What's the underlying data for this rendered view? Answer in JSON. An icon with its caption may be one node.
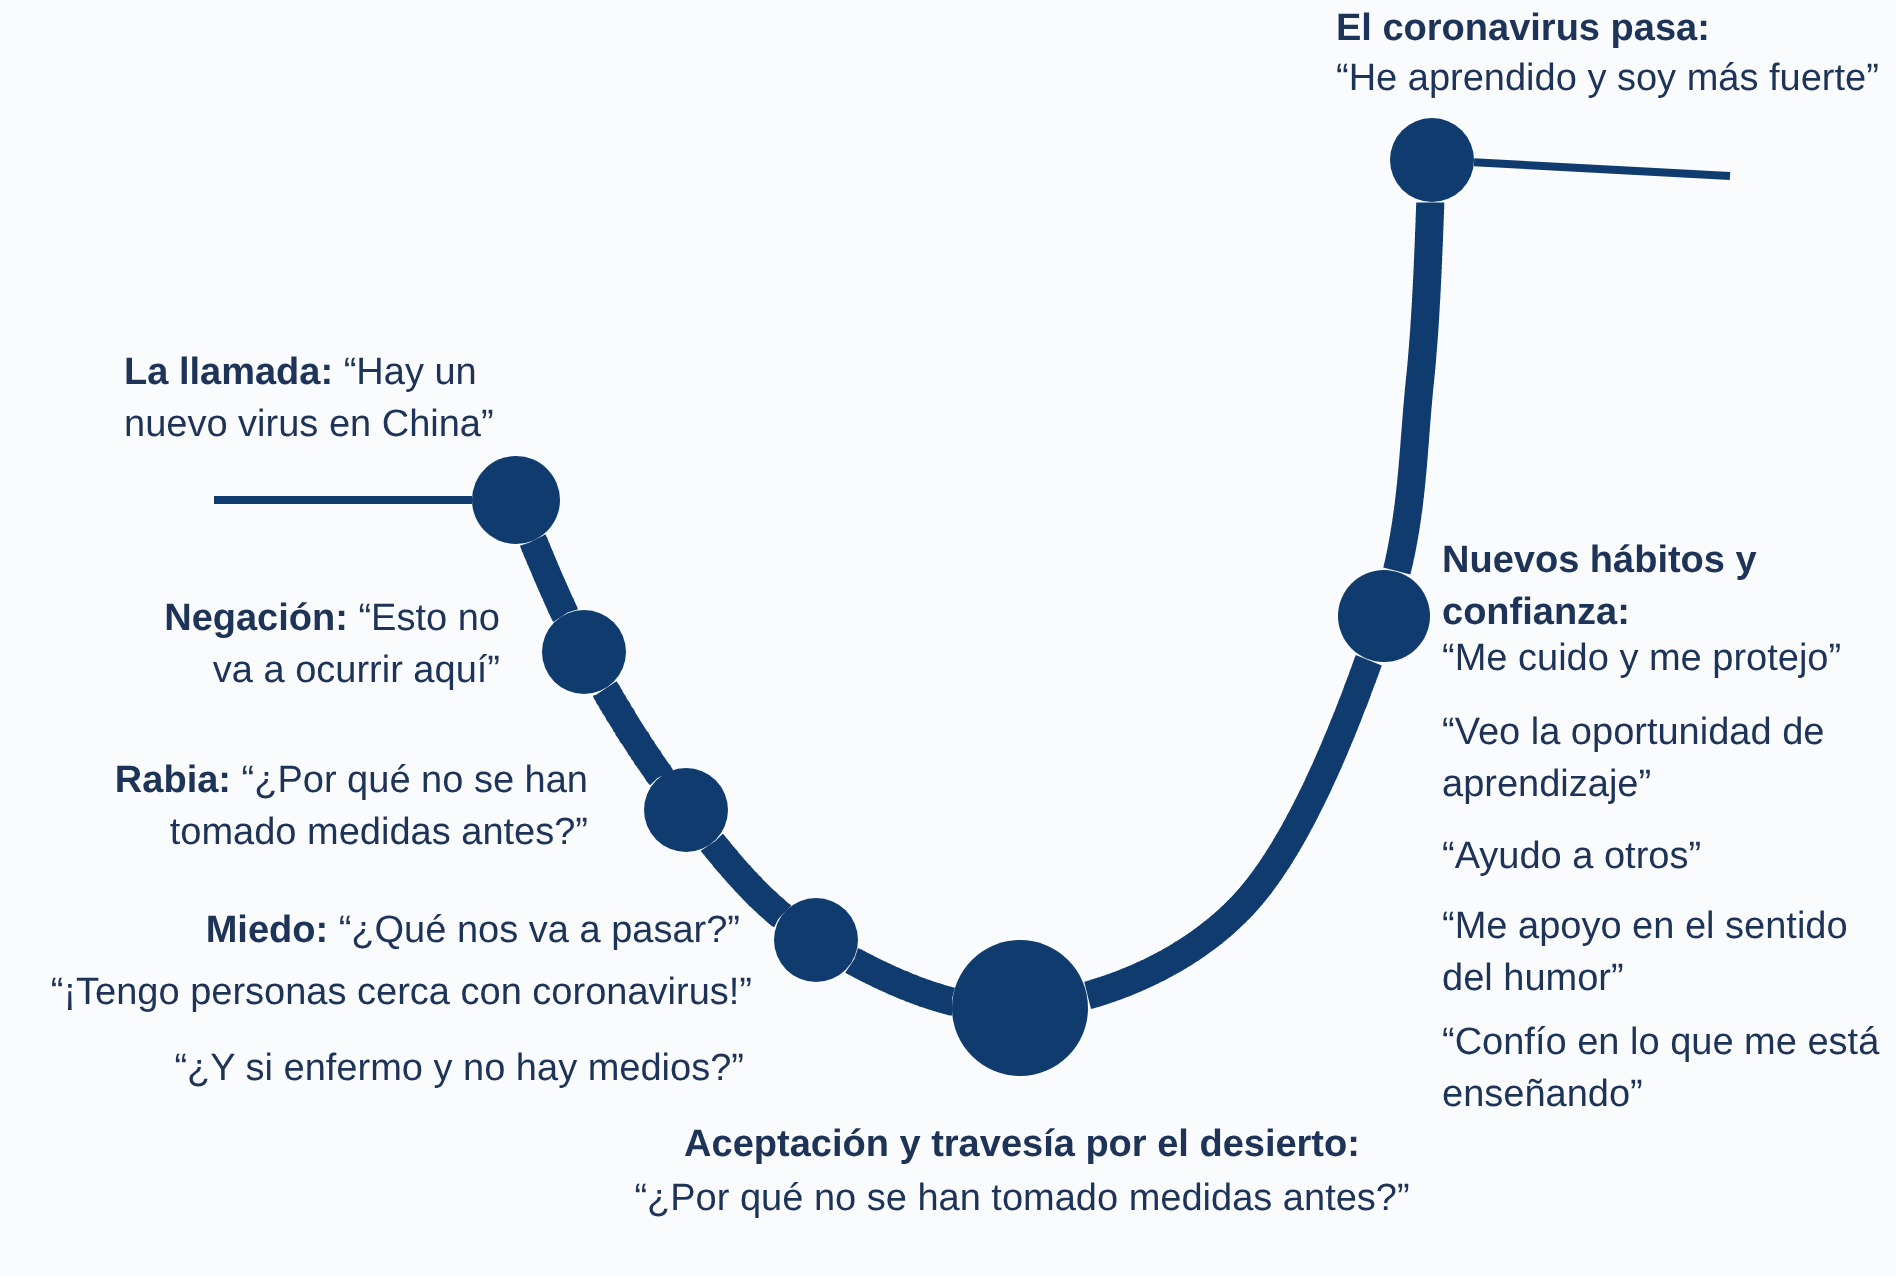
{
  "diagram": {
    "nodes": [
      {
        "text": [],
        "shape": "circle",
        "beside": [
          "**La llamada:** “Hay un nuevo virus en China”"
        ]
      },
      {
        "text": [],
        "shape": "circle",
        "beside": [
          "**Negación:** “Esto no va a ocurrir aquí”"
        ]
      },
      {
        "text": [],
        "shape": "circle",
        "beside": [
          "**Rabia:** “¿Por qué no se han tomado medidas antes?”"
        ]
      },
      {
        "text": [],
        "shape": "circle",
        "beside": [
          "**Miedo:** “¿Qué nos va a pasar?”",
          "“¡Tengo personas cerca con coronavirus!”",
          "“¿Y si enfermo y no hay medios?”"
        ]
      },
      {
        "text": [],
        "shape": "circle",
        "beside": [
          "Aceptación y travesía por el desierto:",
          "“¿Por qué no se han tomado medidas antes?”"
        ]
      },
      {
        "text": [],
        "shape": "circle",
        "beside": [
          "Nuevos hábitos y confianza:",
          "“Me cuido y me protejo”",
          "“Veo la oportunidad de aprendizaje”",
          "“Ayudo a otros”",
          "“Me apoyo en el sentido del humor”",
          "“Confío en lo que me está enseñando”"
        ]
      },
      {
        "text": [],
        "shape": "circle",
        "beside": [
          "El coronavirus pasa:",
          "“He aprendido y soy más fuerte”"
        ]
      }
    ],
    "edges": [
      {
        "from": 0,
        "to": 1,
        "arrow": "none"
      },
      {
        "from": 1,
        "to": 2,
        "arrow": "none"
      },
      {
        "from": 2,
        "to": 3,
        "arrow": "none"
      },
      {
        "from": 3,
        "to": 4,
        "arrow": "none"
      },
      {
        "from": 4,
        "to": 5,
        "arrow": "none"
      },
      {
        "from": 5,
        "to": 6,
        "arrow": "none"
      },
      {
        "from": null,
        "to": 0,
        "arrow": "none"
      },
      {
        "from": 6,
        "to": null,
        "arrow": "none"
      }
    ]
  }
}
